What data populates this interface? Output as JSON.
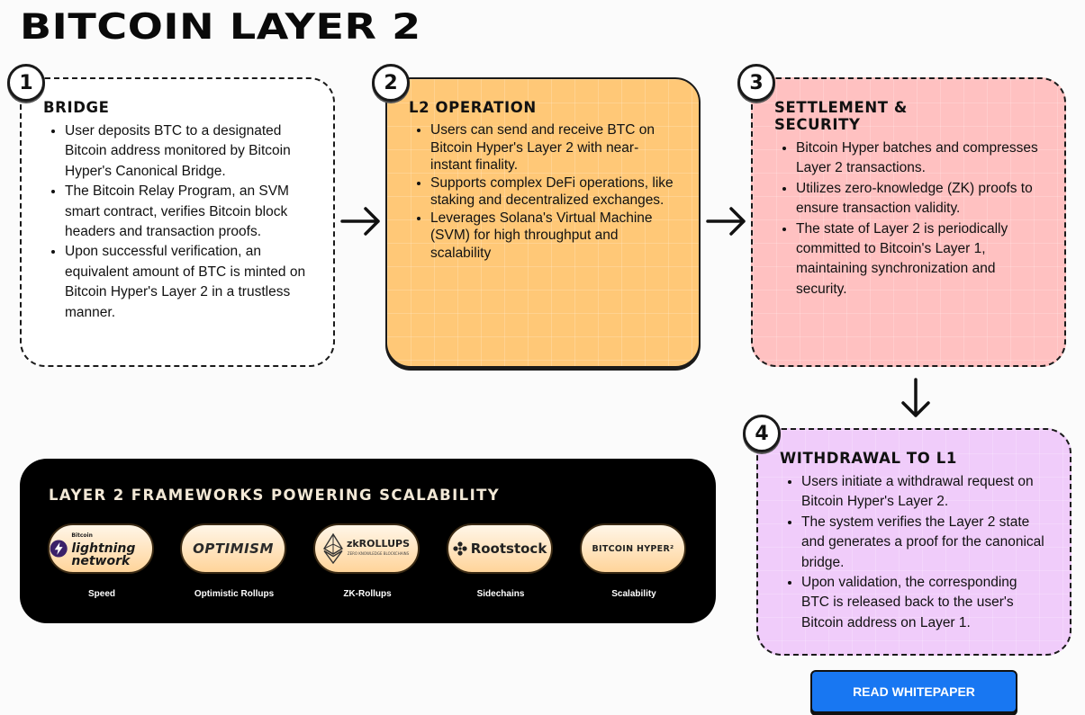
{
  "page": {
    "title": "BITCOIN LAYER 2"
  },
  "steps": [
    {
      "number": "1",
      "title": "BRIDGE",
      "bullets": [
        "User deposits BTC to a designated Bitcoin address monitored by Bitcoin Hyper's Canonical Bridge.",
        "The Bitcoin Relay Program, an SVM smart contract, verifies Bitcoin block headers and transaction proofs.",
        "Upon successful verification, an equivalent amount of BTC is minted on Bitcoin Hyper's Layer 2 in a trustless manner."
      ]
    },
    {
      "number": "2",
      "title": "L2 OPERATION",
      "bullets": [
        "Users can send and receive BTC on Bitcoin Hyper's Layer 2 with near-instant finality.",
        "Supports complex DeFi operations, like staking and decentralized exchanges.",
        "Leverages Solana's Virtual Machine (SVM) for high throughput and scalability"
      ]
    },
    {
      "number": "3",
      "title": "SETTLEMENT & SECURITY",
      "bullets": [
        "Bitcoin Hyper batches and compresses Layer 2 transactions.",
        "Utilizes zero-knowledge (ZK) proofs to ensure transaction validity.",
        "The state of Layer 2 is periodically committed to Bitcoin's Layer 1, maintaining synchronization and security."
      ]
    },
    {
      "number": "4",
      "title": "WITHDRAWAL TO L1",
      "bullets": [
        "Users initiate a withdrawal request on Bitcoin Hyper's Layer 2.",
        "The system verifies the Layer 2 state and generates a proof for the canonical bridge.",
        "Upon validation, the corresponding BTC is released back to the user's Bitcoin address on Layer 1."
      ]
    }
  ],
  "frameworks": {
    "title": "LAYER 2 FRAMEWORKS POWERING SCALABILITY",
    "items": [
      {
        "logo_top": "Bitcoin",
        "logo": "lightning network",
        "label": "Speed"
      },
      {
        "logo": "OPTIMISM",
        "label": "Optimistic Rollups"
      },
      {
        "logo": "zkROLLUPS",
        "logo_sub": "ZERO KNOWLEDGE BLOCKCHAINS",
        "label": "ZK-Rollups"
      },
      {
        "logo": "Rootstock",
        "label": "Sidechains"
      },
      {
        "logo": "BITCOIN HYPER²",
        "label": "Scalability"
      }
    ]
  },
  "cta": {
    "label": "READ WHITEPAPER"
  },
  "colors": {
    "step1_bg": "#ffffff",
    "step2_bg": "#ffc877",
    "step3_bg": "#ffc1c1",
    "step4_bg": "#f0ccfa",
    "cta_bg": "#1877f2",
    "frameworks_bg": "#000000"
  }
}
